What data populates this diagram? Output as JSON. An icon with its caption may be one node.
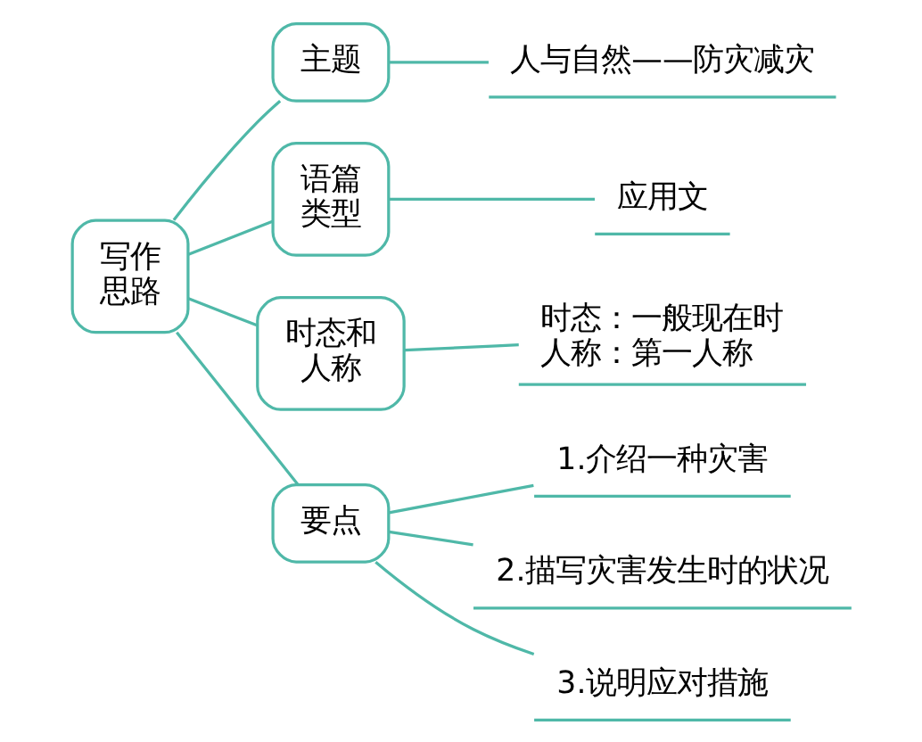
{
  "diagram": {
    "nodes": [
      {
        "text": [
          "写作思路"
        ]
      },
      {
        "text": [
          "主题"
        ]
      },
      {
        "text": [
          "语篇类型"
        ]
      },
      {
        "text": [
          "时态和人称"
        ]
      },
      {
        "text": [
          "要点"
        ]
      },
      {
        "text": [
          "人与自然——防灾减灾"
        ]
      },
      {
        "text": [
          "应用文"
        ]
      },
      {
        "text": [
          "时态：一般现在时",
          "人称：第一人称"
        ]
      },
      {
        "text": [
          "1.介绍一种灾害"
        ]
      },
      {
        "text": [
          "2.描写灾害发生时的状况"
        ]
      },
      {
        "text": [
          "3.说明应对措施"
        ]
      }
    ],
    "edges": [
      {
        "from": 0,
        "to": 1,
        "arrow": "none"
      },
      {
        "from": 0,
        "to": 2,
        "arrow": "none"
      },
      {
        "from": 0,
        "to": 3,
        "arrow": "none"
      },
      {
        "from": 0,
        "to": 4,
        "arrow": "none"
      },
      {
        "from": 1,
        "to": 5,
        "arrow": "none"
      },
      {
        "from": 2,
        "to": 6,
        "arrow": "none"
      },
      {
        "from": 3,
        "to": 7,
        "arrow": "none"
      },
      {
        "from": 4,
        "to": 8,
        "arrow": "none"
      },
      {
        "from": 4,
        "to": 9,
        "arrow": "none"
      },
      {
        "from": 4,
        "to": 10,
        "arrow": "none"
      }
    ]
  }
}
